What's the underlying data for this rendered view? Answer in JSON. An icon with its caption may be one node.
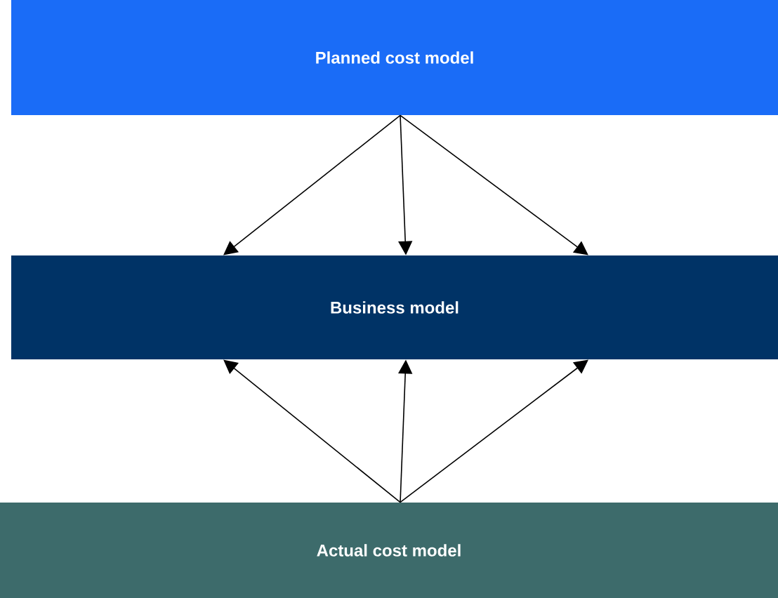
{
  "diagram": {
    "nodes": [
      {
        "text": [
          "Planned cost model"
        ]
      },
      {
        "text": [
          "Business model"
        ]
      },
      {
        "text": [
          "Actual cost model"
        ]
      }
    ],
    "edges": [
      {
        "from": 0,
        "to": 1,
        "arrow": "to"
      },
      {
        "from": 0,
        "to": 1,
        "arrow": "to"
      },
      {
        "from": 0,
        "to": 1,
        "arrow": "to"
      },
      {
        "from": 2,
        "to": 1,
        "arrow": "to"
      },
      {
        "from": 2,
        "to": 1,
        "arrow": "to"
      },
      {
        "from": 2,
        "to": 1,
        "arrow": "to"
      }
    ]
  }
}
